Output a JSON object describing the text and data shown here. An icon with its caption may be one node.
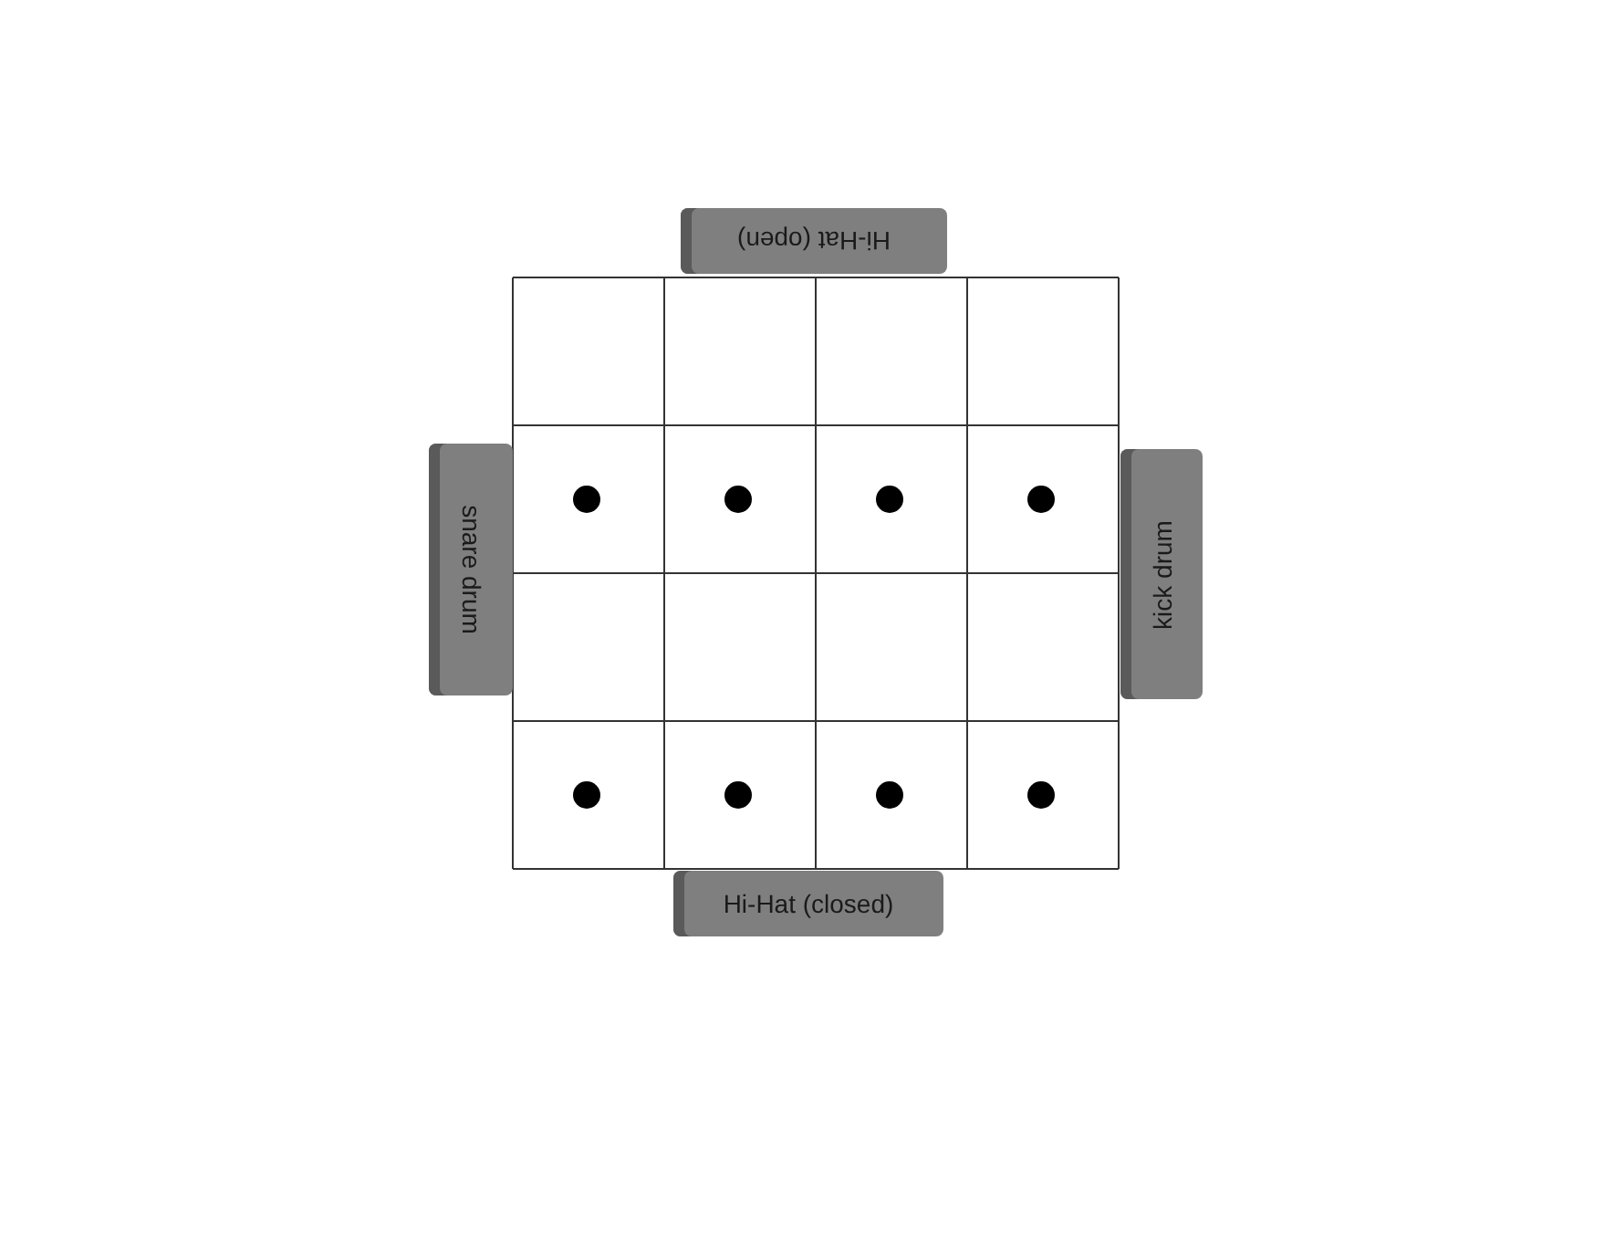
{
  "diagram": {
    "nodes": [
      {
        "text": [
          "Hi-Hat (open)"
        ]
      },
      {
        "text": [
          "snare drum"
        ]
      },
      {
        "text": [
          "kick drum"
        ]
      },
      {
        "text": [
          "Hi-Hat (closed)"
        ]
      }
    ]
  }
}
